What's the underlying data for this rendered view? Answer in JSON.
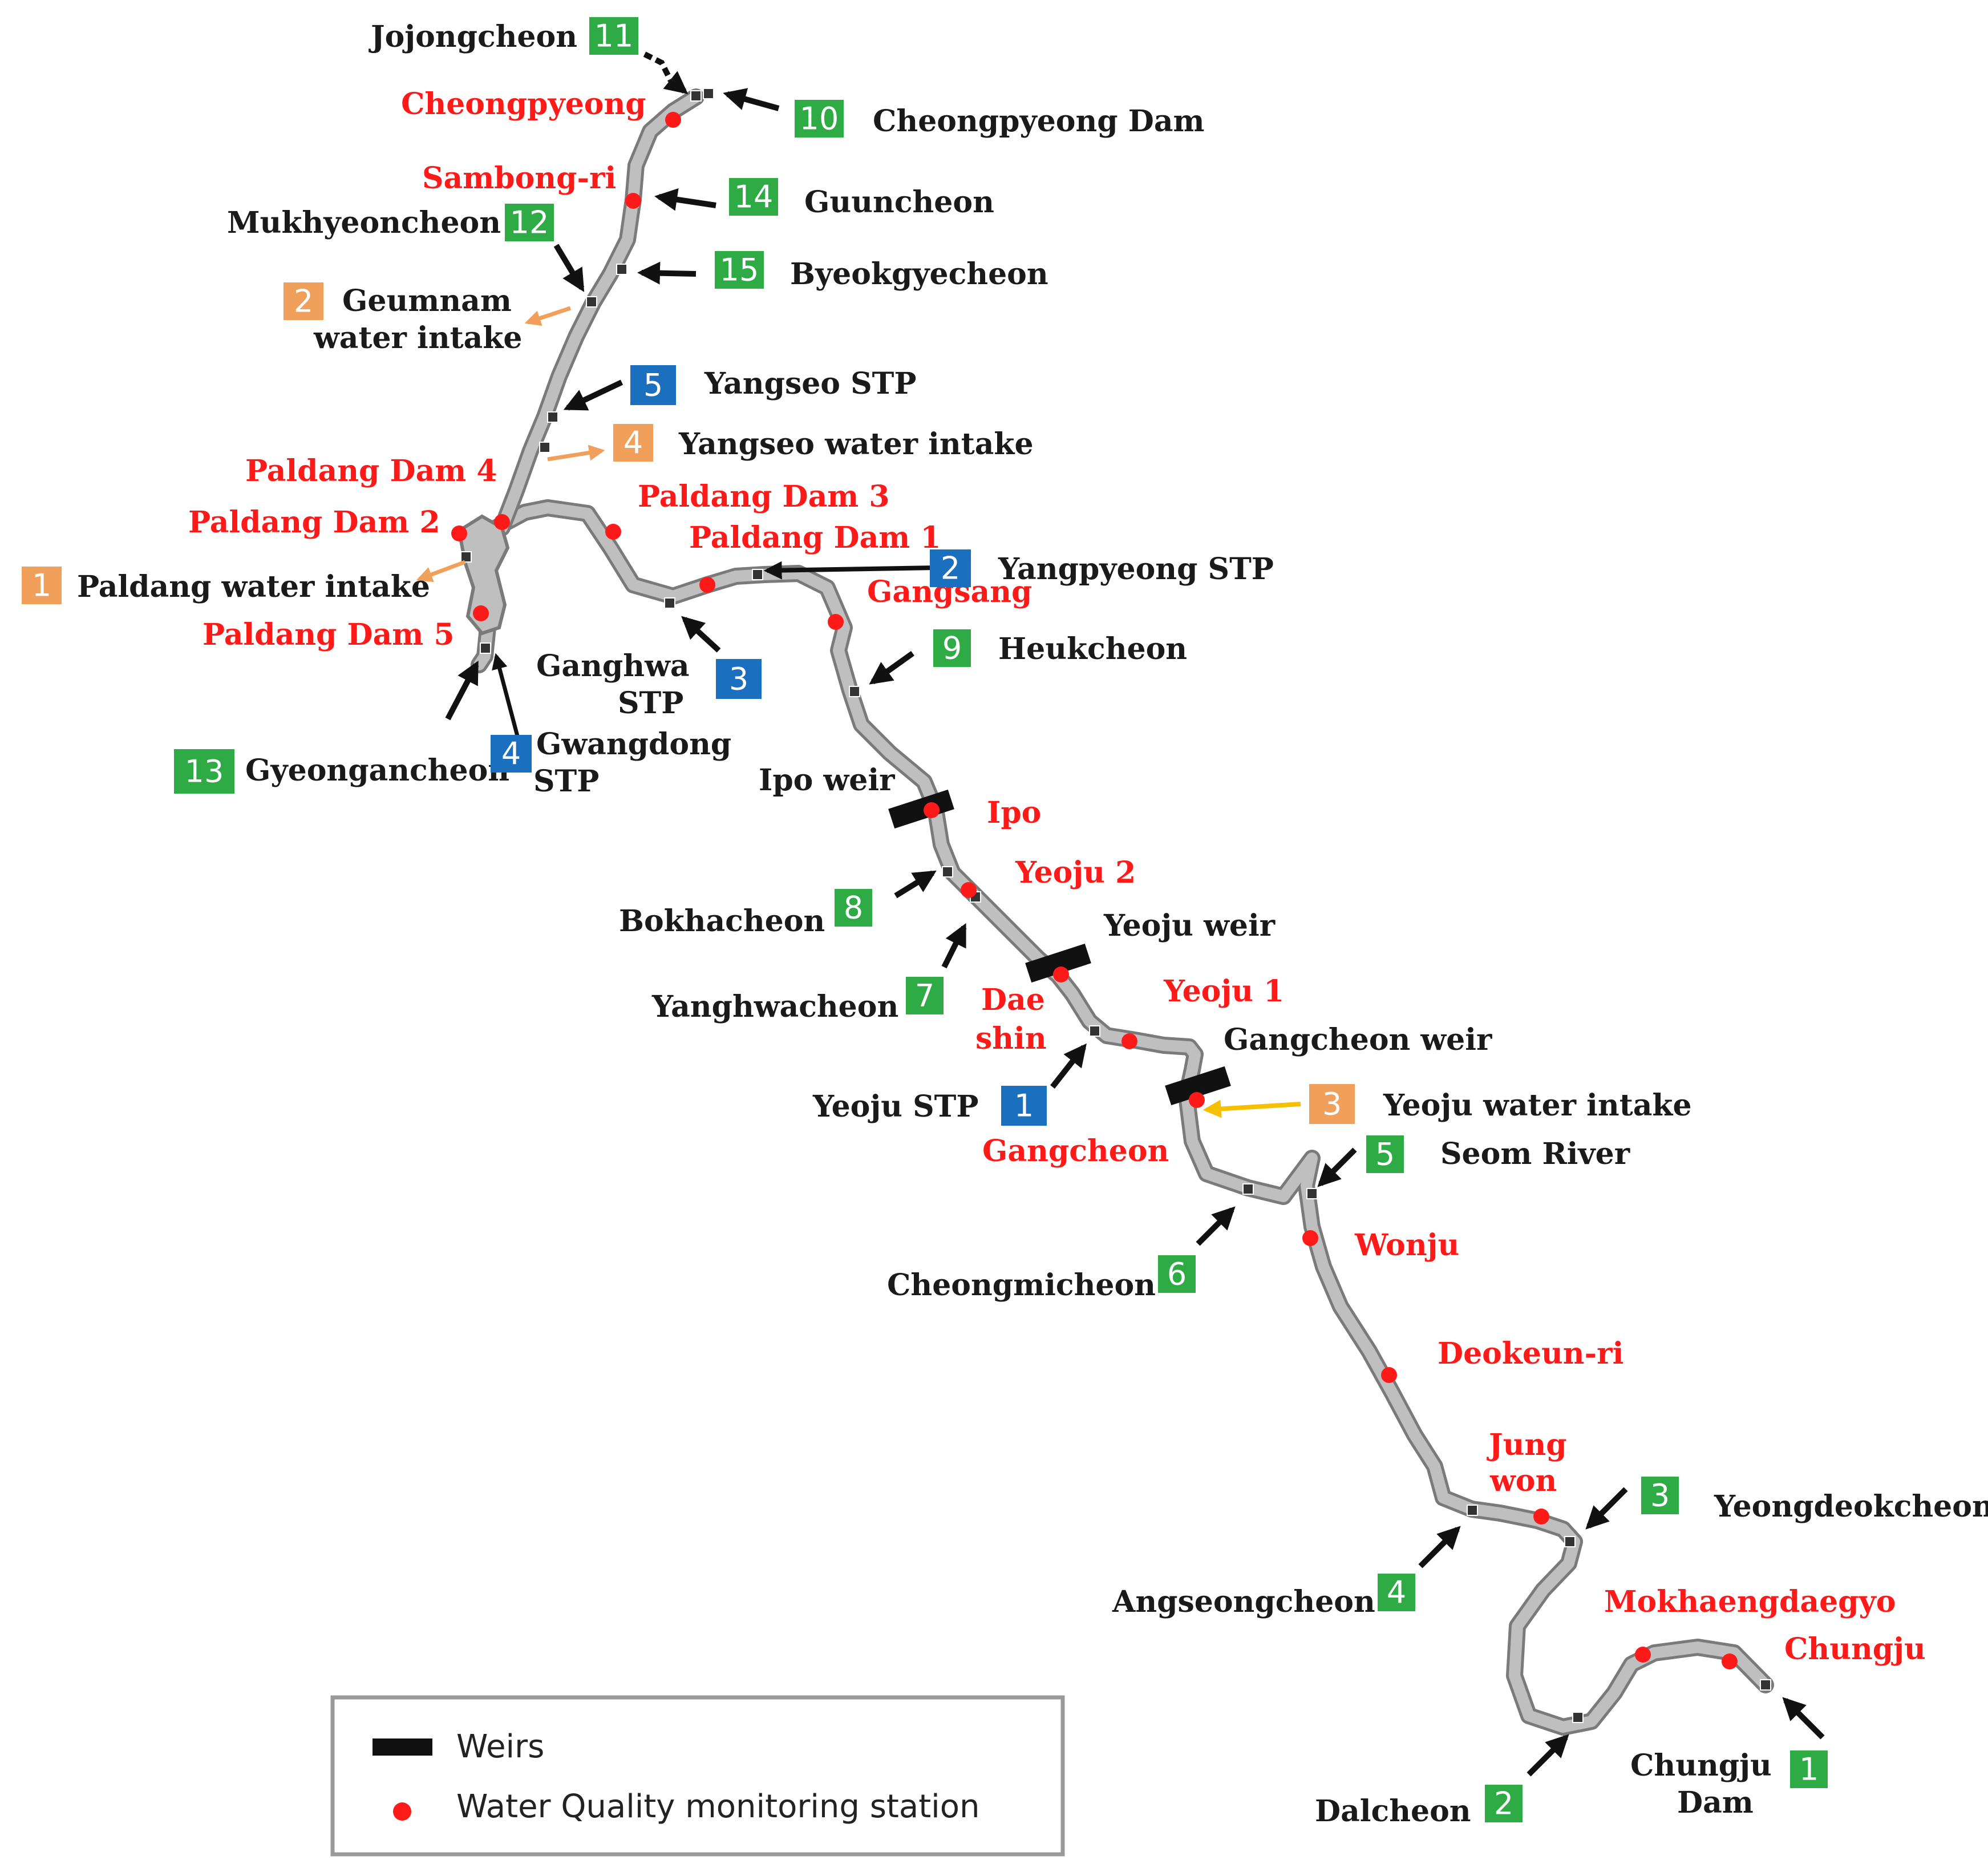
{
  "colors": {
    "red_station": "#ff1a1a",
    "green_tributary": "#2eab44",
    "orange_intake": "#f0a05a",
    "blue_stp": "#1a6fbe",
    "yellow_arrow": "#f5c000",
    "river_fill": "#bfbfbf",
    "river_edge": "#7a7a7a"
  },
  "legend": {
    "weirs": "Weirs",
    "station": "Water Quality monitoring station"
  },
  "monitoring_stations": [
    "Cheongpyeong",
    "Sambong-ri",
    "Paldang Dam 4",
    "Paldang Dam 2",
    "Paldang Dam 3",
    "Paldang Dam 1",
    "Gangsang",
    "Paldang Dam 5",
    "Ipo",
    "Yeoju 2",
    "Dae",
    "shin",
    "Yeoju 1",
    "Gangcheon",
    "Wonju",
    "Deokeun-ri",
    "Jung",
    "won",
    "Mokhaengdaegyo",
    "Chungju"
  ],
  "weirs": [
    "Ipo weir",
    "Yeoju weir",
    "Gangcheon weir"
  ],
  "tributaries": [
    {
      "num": "1",
      "name_lines": [
        "Chungju",
        "Dam"
      ]
    },
    {
      "num": "2",
      "name_lines": [
        "Dalcheon"
      ]
    },
    {
      "num": "3",
      "name_lines": [
        "Yeongdeokcheon"
      ]
    },
    {
      "num": "4",
      "name_lines": [
        "Angseongcheon"
      ]
    },
    {
      "num": "5",
      "name_lines": [
        "Seom River"
      ]
    },
    {
      "num": "6",
      "name_lines": [
        "Cheongmicheon"
      ]
    },
    {
      "num": "7",
      "name_lines": [
        "Yanghwacheon"
      ]
    },
    {
      "num": "8",
      "name_lines": [
        "Bokhacheon"
      ]
    },
    {
      "num": "9",
      "name_lines": [
        "Heukcheon"
      ]
    },
    {
      "num": "10",
      "name_lines": [
        "Cheongpyeong Dam"
      ]
    },
    {
      "num": "11",
      "name_lines": [
        "Jojongcheon"
      ]
    },
    {
      "num": "12",
      "name_lines": [
        "Mukhyeoncheon"
      ]
    },
    {
      "num": "13",
      "name_lines": [
        "Gyeongancheon"
      ]
    },
    {
      "num": "14",
      "name_lines": [
        "Guuncheon"
      ]
    },
    {
      "num": "15",
      "name_lines": [
        "Byeokgyecheon"
      ]
    }
  ],
  "stps": [
    {
      "num": "1",
      "name_lines": [
        "Yeoju STP"
      ]
    },
    {
      "num": "2",
      "name_lines": [
        "Yangpyeong STP"
      ]
    },
    {
      "num": "3",
      "name_lines": [
        "Ganghwa",
        "STP"
      ]
    },
    {
      "num": "4",
      "name_lines": [
        "Gwangdong",
        "STP"
      ]
    },
    {
      "num": "5",
      "name_lines": [
        "Yangseo STP"
      ]
    }
  ],
  "intakes": [
    {
      "num": "1",
      "name_lines": [
        "Paldang water intake"
      ]
    },
    {
      "num": "2",
      "name_lines": [
        "Geumnam",
        "water intake"
      ]
    },
    {
      "num": "3",
      "name_lines": [
        "Yeoju water intake"
      ]
    },
    {
      "num": "4",
      "name_lines": [
        "Yangseo water intake"
      ]
    }
  ]
}
